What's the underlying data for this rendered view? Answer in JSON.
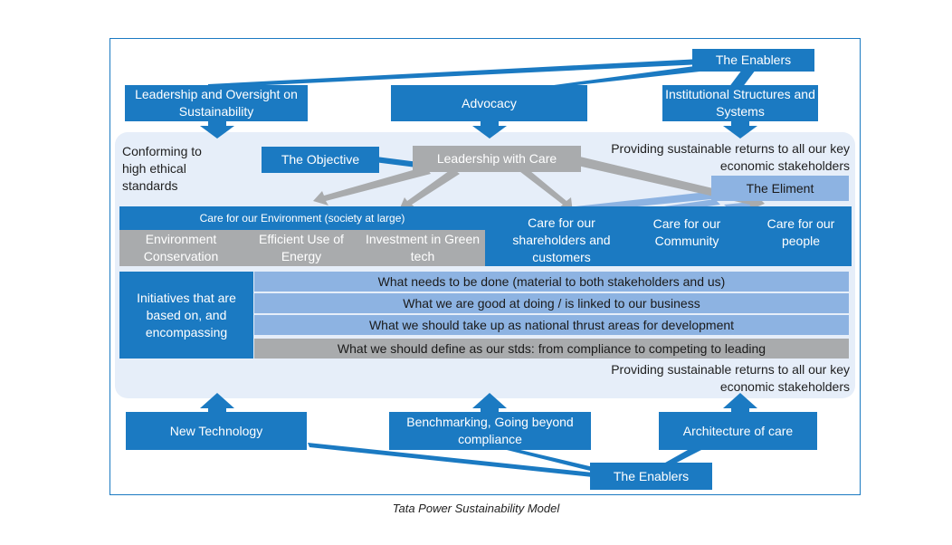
{
  "colors": {
    "blue": "#1b7ac2",
    "grey": "#a9abad",
    "light_blue": "#8db3e2",
    "panel": "#e6eef9"
  },
  "top_enablers": {
    "label": "The Enablers",
    "leadership": "Leadership and Oversight on Sustainability",
    "advocacy": "Advocacy",
    "institutional": "Institutional Structures and Systems"
  },
  "core": {
    "conforming": "Conforming to high ethical standards",
    "objective_label": "The Objective",
    "objective": "Leadership with Care",
    "returns_top": "Providing sustainable returns to all our key economic stakeholders",
    "eliment_label": "The Eliment",
    "environment_header": "Care for our Environment (society at large)",
    "environment_items": [
      "Environment Conservation",
      "Efficient Use of Energy",
      "Investment in Green tech"
    ],
    "care_shareholders": "Care for our shareholders and customers",
    "care_community": "Care for our Community",
    "care_people": "Care for our people",
    "initiatives": "Initiatives that are based on, and encompassing",
    "criteria": [
      "What needs to be done (material to both stakeholders and us)",
      "What we are good at doing / is linked to our business",
      "What we should take up as national thrust areas for development",
      "What we should define as our stds: from compliance to competing to leading"
    ],
    "returns_bottom": "Providing sustainable returns to all our key economic stakeholders"
  },
  "bottom_enablers": {
    "new_tech": "New Technology",
    "benchmarking": "Benchmarking, Going beyond compliance",
    "architecture": "Architecture of care",
    "label": "The Enablers"
  },
  "caption": "Tata Power Sustainability Model"
}
